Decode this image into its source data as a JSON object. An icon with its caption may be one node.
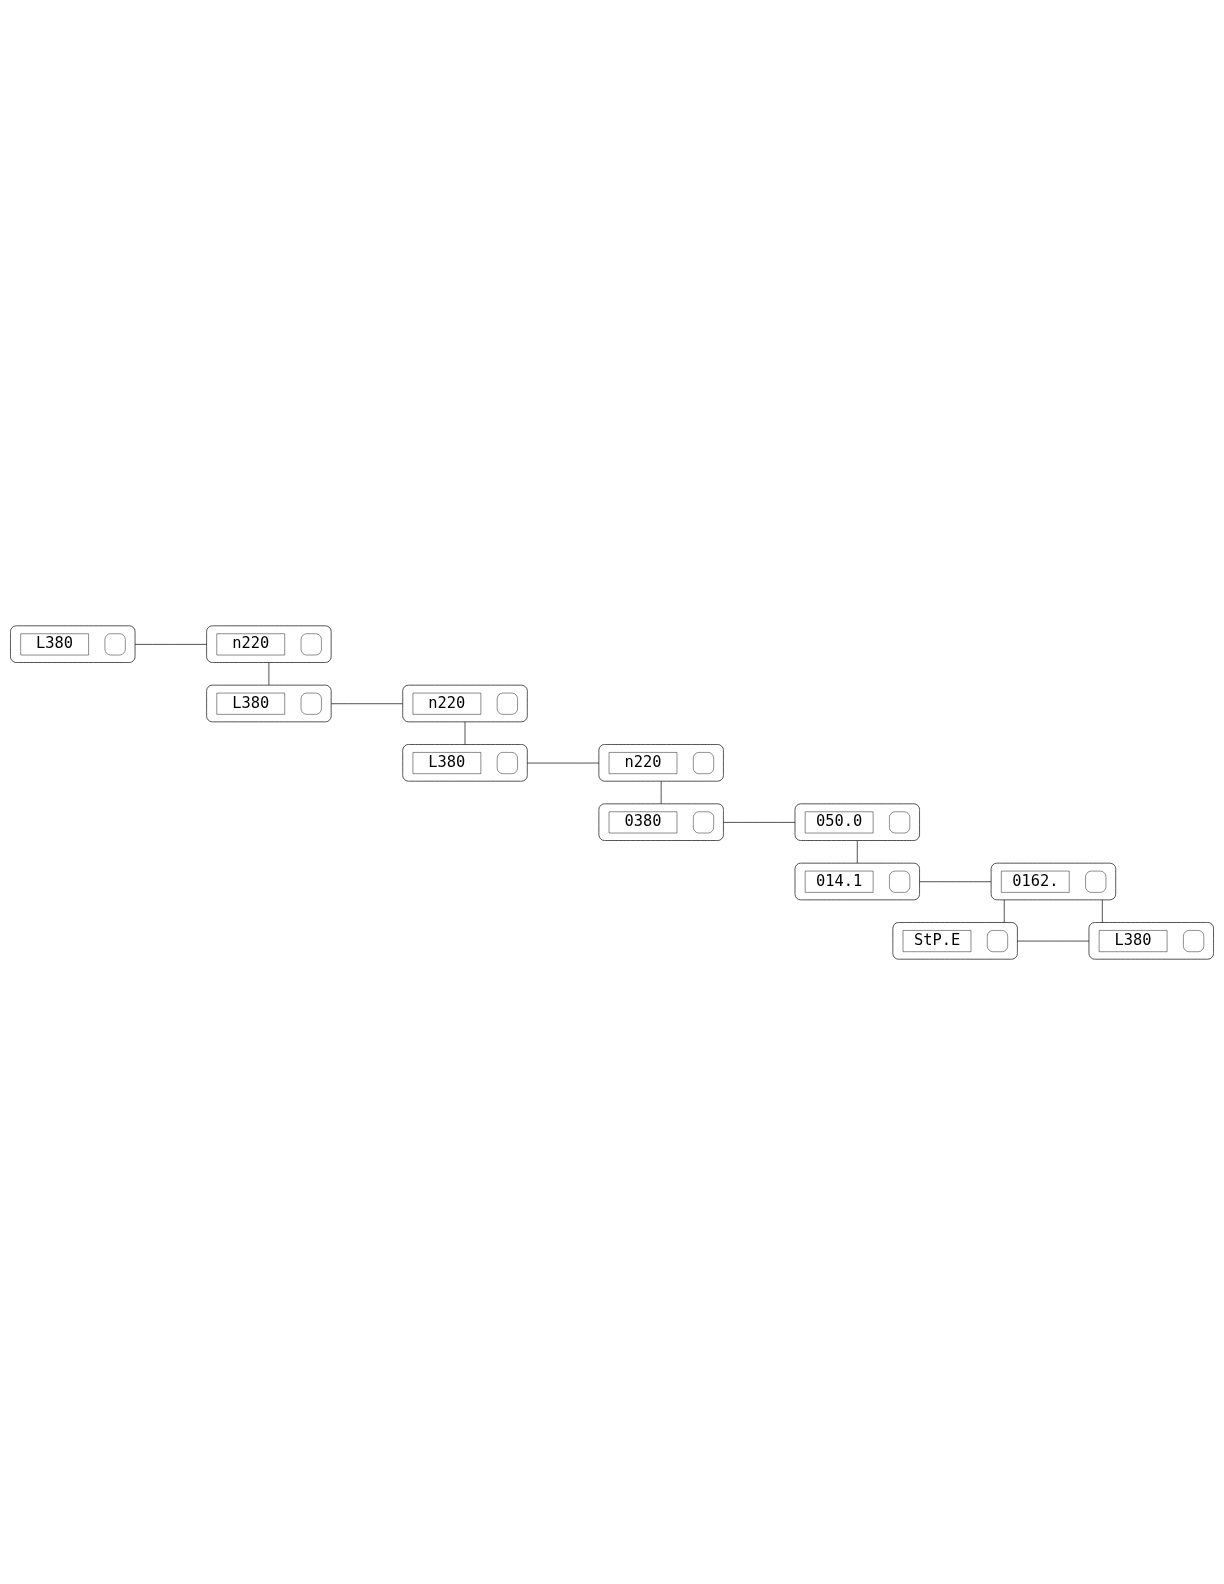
{
  "diagram": {
    "nodes": [
      {
        "text": [
          "L380"
        ]
      },
      {
        "text": [
          "n220"
        ]
      },
      {
        "text": [
          "L380"
        ]
      },
      {
        "text": [
          "n220"
        ]
      },
      {
        "text": [
          "L380"
        ]
      },
      {
        "text": [
          "n220"
        ]
      },
      {
        "text": [
          "0380"
        ]
      },
      {
        "text": [
          "050.0"
        ]
      },
      {
        "text": [
          "014.1"
        ]
      },
      {
        "text": [
          "0162."
        ]
      },
      {
        "text": [
          "StP.E"
        ]
      },
      {
        "text": [
          "L380"
        ]
      }
    ],
    "edges": [
      {
        "from": 0,
        "to": 1,
        "arrow": "none"
      },
      {
        "from": 1,
        "to": 2,
        "arrow": "none"
      },
      {
        "from": 2,
        "to": 3,
        "arrow": "none"
      },
      {
        "from": 3,
        "to": 4,
        "arrow": "none"
      },
      {
        "from": 4,
        "to": 5,
        "arrow": "none"
      },
      {
        "from": 5,
        "to": 6,
        "arrow": "none"
      },
      {
        "from": 6,
        "to": 7,
        "arrow": "none"
      },
      {
        "from": 7,
        "to": 8,
        "arrow": "none"
      },
      {
        "from": 8,
        "to": 9,
        "arrow": "none"
      },
      {
        "from": 9,
        "to": 10,
        "arrow": "none"
      },
      {
        "from": 9,
        "to": 11,
        "arrow": "none"
      },
      {
        "from": 10,
        "to": 11,
        "arrow": "none"
      }
    ]
  }
}
